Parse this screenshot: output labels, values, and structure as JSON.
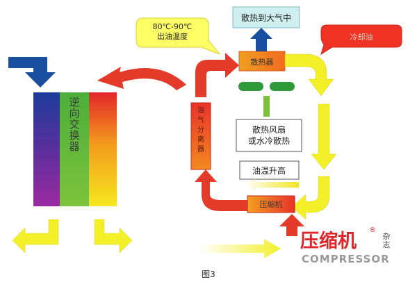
{
  "labels": {
    "heat_to_air": "散热到大气中",
    "oil_out_temp": "80℃-90℃\n出油温度",
    "cooling_oil": "冷却油",
    "radiator": "散热器",
    "fan": "散热风扇\n或水冷散热",
    "oil_temp_rise": "油温升高",
    "compressor": "压缩机",
    "oil_filter": "油气分离器",
    "exchanger": "逆向交换器"
  },
  "logo": {
    "cn": "压缩机",
    "en": "COMPRESSOR",
    "tag": "杂志",
    "reg": "®"
  },
  "caption": "图3",
  "colors": {
    "blue_arrow": "#1a4fa0",
    "red_arrow": "#e33a2a",
    "yellow_arrow": "#f3f02a",
    "green": "#2e9a3a",
    "bubble": "#ffff66",
    "bubble_red": "#ee3324",
    "box_cyan": "#cfeef0"
  }
}
